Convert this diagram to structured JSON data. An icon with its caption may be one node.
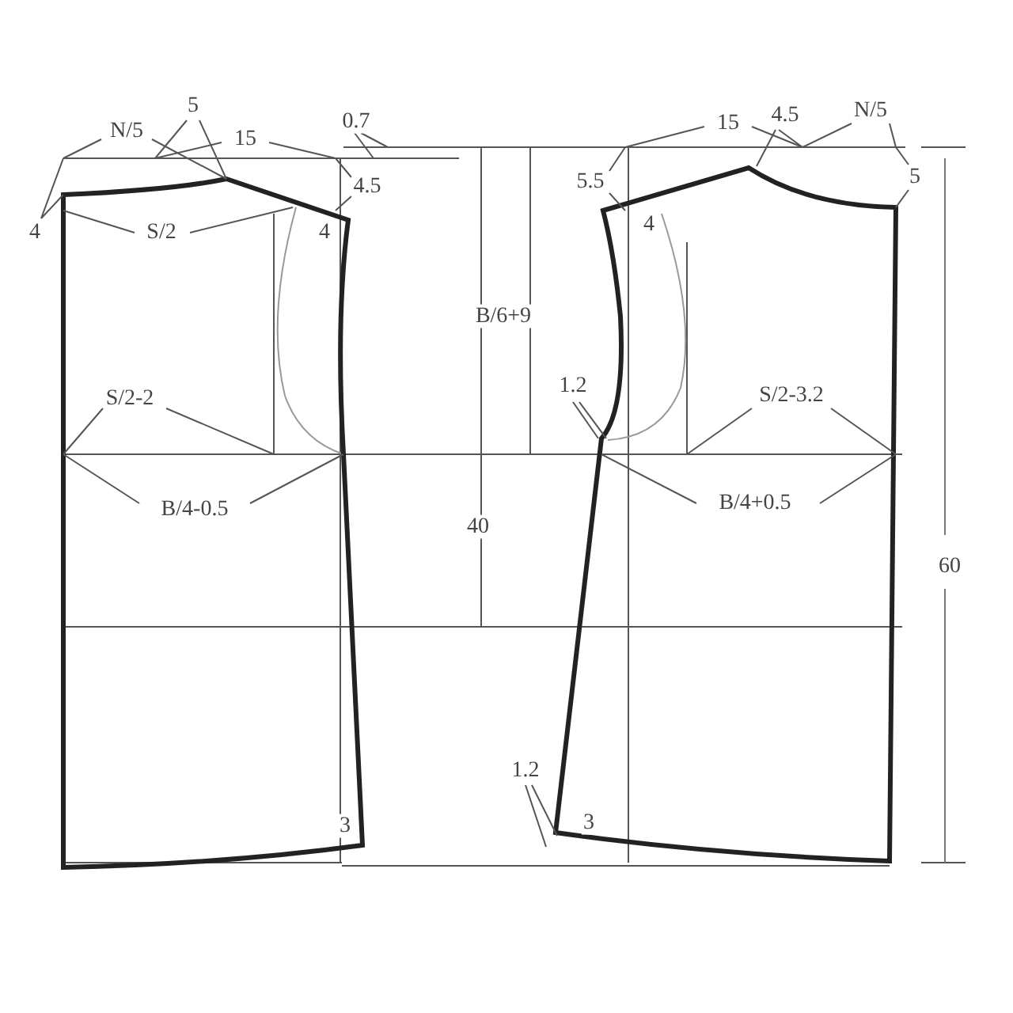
{
  "diagram": {
    "labels": [
      "0.7",
      "4.5",
      "5",
      "N/5",
      "15",
      "15",
      "N/5",
      "4.5",
      "5.5",
      "5",
      "4",
      "S/2",
      "4",
      "4",
      "B/6+9",
      "1.2",
      "S/2-2",
      "S/2-3.2",
      "B/4-0.5",
      "B/4+0.5",
      "40",
      "60",
      "1.2",
      "3",
      "3"
    ]
  }
}
